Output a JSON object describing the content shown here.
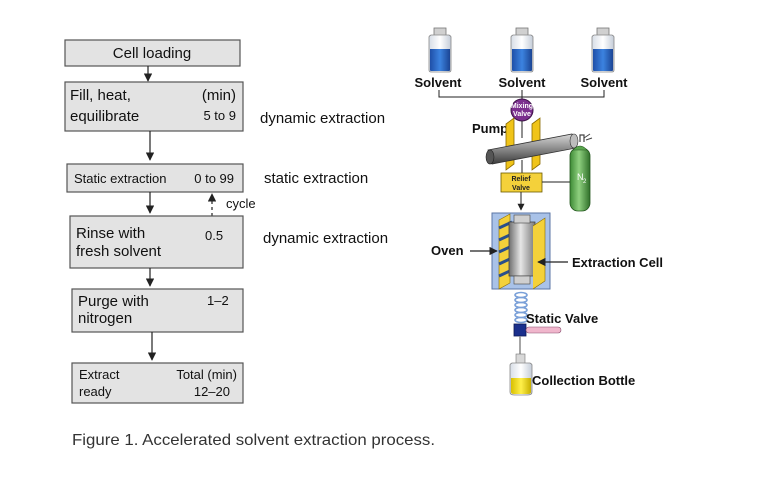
{
  "flowchart": {
    "steps": [
      {
        "line1": "Cell loading"
      },
      {
        "line1": "Fill, heat,",
        "line2": "equilibrate",
        "unit": "(min)",
        "time": "5 to 9"
      },
      {
        "line1": "Static extraction",
        "time": "0 to 99"
      },
      {
        "line1": "Rinse with",
        "line2": "fresh solvent",
        "time": "0.5"
      },
      {
        "line1": "Purge with",
        "line2": "nitrogen",
        "time": "1–2"
      },
      {
        "line1": "Extract",
        "line2": "ready",
        "unit": "Total (min)",
        "time": "12–20"
      }
    ],
    "cycle_label": "cycle",
    "phases": [
      "dynamic extraction",
      "static extraction",
      "dynamic extraction"
    ]
  },
  "apparatus": {
    "solvents": [
      "Solvent",
      "Solvent",
      "Solvent"
    ],
    "mixing_valve": [
      "Mixing",
      "Valve"
    ],
    "pump": "Pump",
    "relief_valve": [
      "Relief",
      "Valve"
    ],
    "n2": "N",
    "n2_sub": "2",
    "oven": "Oven",
    "extraction_cell": "Extraction Cell",
    "static_valve": "Static Valve",
    "collection_bottle": "Collection Bottle"
  },
  "caption": "Figure 1. Accelerated solvent extraction process.",
  "colors": {
    "solvent_blue": "#2f6fd0",
    "mixing_valve_purple": "#7b2f8e",
    "valve_yellow": "#f4d13a",
    "nitrogen_green": "#5aa64e",
    "oven_blue": "#a9c2e8",
    "collection_yellow": "#f6e22a"
  }
}
